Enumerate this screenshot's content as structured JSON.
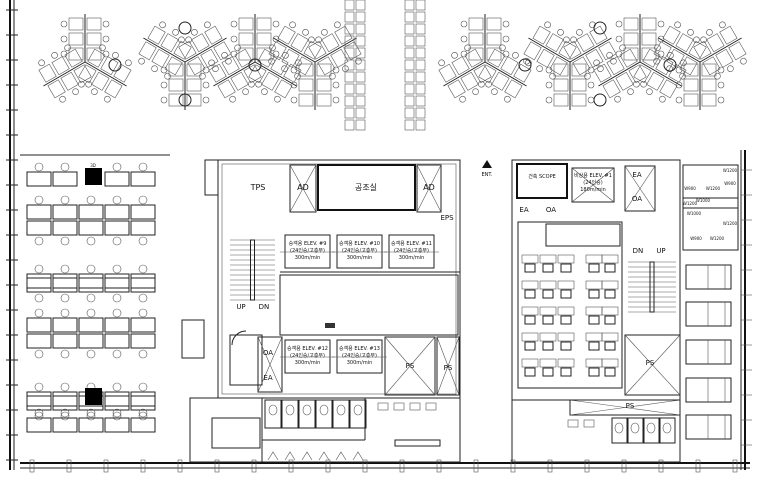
{
  "plan": {
    "colors": {
      "line": "#222222",
      "background": "#ffffff",
      "fill": "#000000"
    },
    "core_left": {
      "tps": "TPS",
      "ad_left": "AD",
      "ad_right": "AD",
      "ahu_room": "공조실",
      "eps": "EPS",
      "elevators": [
        {
          "name": "승객용 ELEV. #9",
          "spec": "(24인승/고층부)",
          "speed": "300m/min"
        },
        {
          "name": "승객용 ELEV. #10",
          "spec": "(24인승/고층부)",
          "speed": "300m/min"
        },
        {
          "name": "승객용 ELEV. #11",
          "spec": "(24인승/고층부)",
          "speed": "300m/min"
        },
        {
          "name": "승객용 ELEV. #12",
          "spec": "(24인승/고층부)",
          "speed": "300m/min"
        },
        {
          "name": "승객용 ELEV. #13",
          "spec": "(24인승/고층부)",
          "speed": "300m/min"
        }
      ],
      "stair_up": "UP",
      "stair_dn": "DN",
      "oa": "OA",
      "ea": "EA",
      "ps1": "PS",
      "ps2": "PS"
    },
    "core_right": {
      "entrance": "ENT.",
      "scope": "건축 SCOPE",
      "elevator": {
        "name": "비상용 ELEV. #1",
        "spec": "(24인승)",
        "speed": "180m/min"
      },
      "ea1": "EA",
      "oa1": "OA",
      "ea2": "EA",
      "oa2": "OA",
      "stair_dn": "DN",
      "stair_up": "UP",
      "ps1": "PS",
      "ps2": "PS",
      "room_labels": [
        "W900",
        "W1200",
        "W1000",
        "W900",
        "W1200",
        "W900",
        "W1200",
        "W1000",
        "W1200",
        "W1200"
      ]
    },
    "left_office": {
      "tag": "3D"
    }
  }
}
